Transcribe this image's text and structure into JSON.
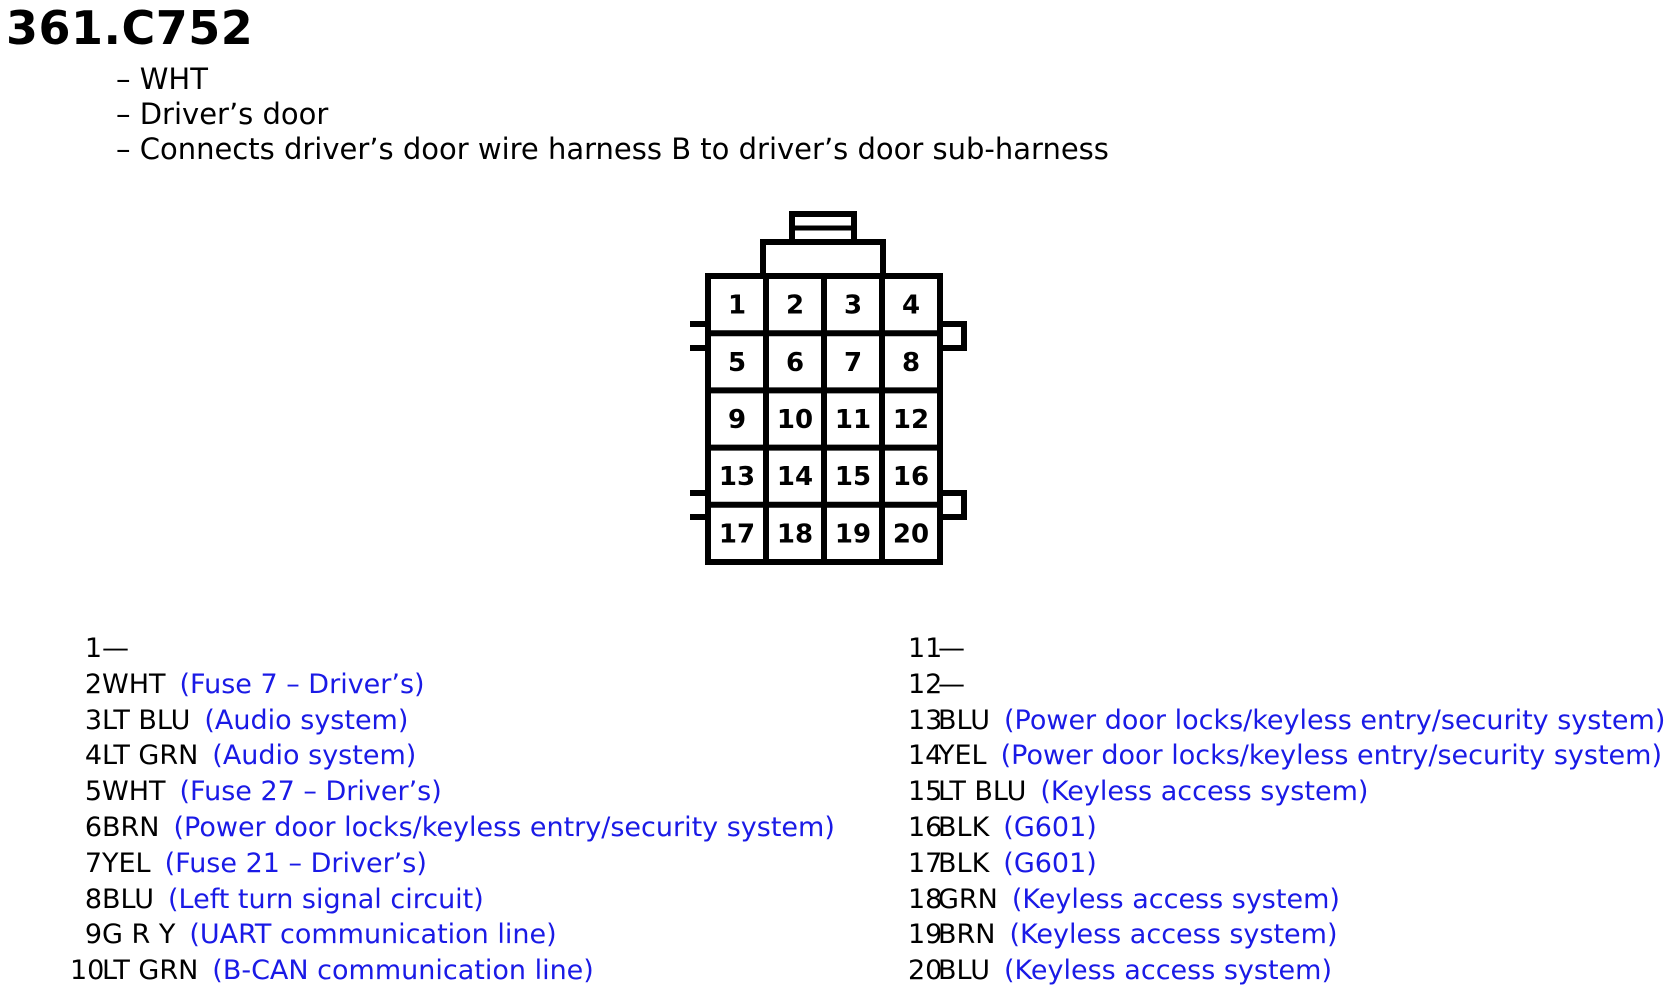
{
  "connector": {
    "id": "361.C752",
    "description": [
      "– WHT",
      "– Driver’s door",
      "– Connects driver’s door wire harness B to driver’s door sub-harness"
    ],
    "cavities": [
      "1",
      "2",
      "3",
      "4",
      "5",
      "6",
      "7",
      "8",
      "9",
      "10",
      "11",
      "12",
      "13",
      "14",
      "15",
      "16",
      "17",
      "18",
      "19",
      "20"
    ]
  },
  "pins_left": [
    {
      "num": "1",
      "color": "—",
      "circuit": ""
    },
    {
      "num": "2",
      "color": "WHT",
      "circuit": "(Fuse 7 – Driver’s)"
    },
    {
      "num": "3",
      "color": "LT BLU",
      "circuit": "(Audio system)"
    },
    {
      "num": "4",
      "color": "LT GRN",
      "circuit": "(Audio system)"
    },
    {
      "num": "5",
      "color": "WHT",
      "circuit": "(Fuse 27 – Driver’s)"
    },
    {
      "num": "6",
      "color": "BRN",
      "circuit": "(Power door locks/keyless entry/security system)"
    },
    {
      "num": "7",
      "color": "YEL",
      "circuit": "(Fuse 21 – Driver’s)"
    },
    {
      "num": "8",
      "color": "BLU",
      "circuit": "(Left turn signal circuit)"
    },
    {
      "num": "9",
      "color": "G R Y",
      "circuit": "(UART communication line)"
    },
    {
      "num": "10",
      "color": "LT GRN",
      "circuit": "(B-CAN communication line)"
    }
  ],
  "pins_right": [
    {
      "num": "11",
      "color": "—",
      "circuit": ""
    },
    {
      "num": "12",
      "color": "—",
      "circuit": ""
    },
    {
      "num": "13",
      "color": "BLU",
      "circuit": "(Power door locks/keyless entry/security system)"
    },
    {
      "num": "14",
      "color": "YEL",
      "circuit": "(Power door locks/keyless entry/security system)"
    },
    {
      "num": "15",
      "color": "LT BLU",
      "circuit": "(Keyless access system)"
    },
    {
      "num": "16",
      "color": "BLK",
      "circuit": "(G601)"
    },
    {
      "num": "17",
      "color": "BLK",
      "circuit": "(G601)"
    },
    {
      "num": "18",
      "color": "GRN",
      "circuit": "(Keyless access system)"
    },
    {
      "num": "19",
      "color": "BRN",
      "circuit": "(Keyless access system)"
    },
    {
      "num": "20",
      "color": "BLU",
      "circuit": "(Keyless access system)"
    }
  ],
  "colors": {
    "circuit_text": "#1a1ae6",
    "text": "#000000"
  }
}
